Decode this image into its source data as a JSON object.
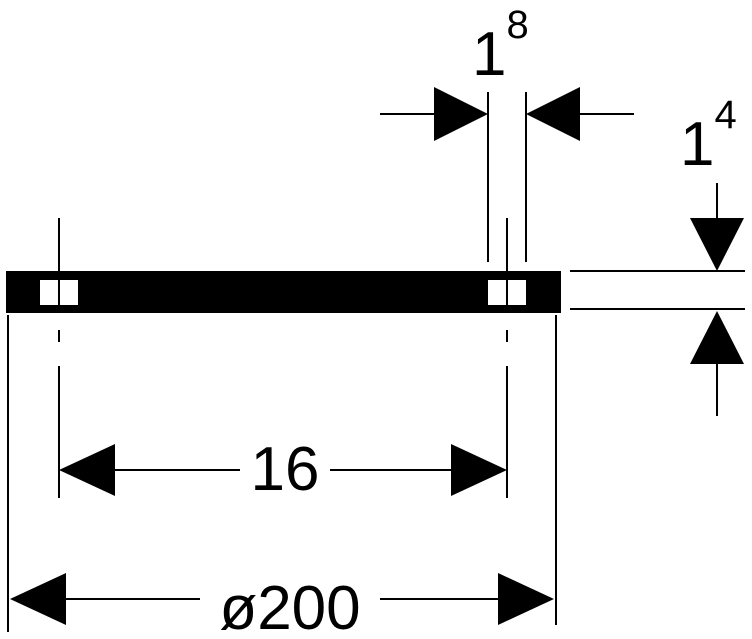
{
  "dimensions": {
    "hole_diameter": {
      "main": "1",
      "sup": "8"
    },
    "thickness": {
      "main": "1",
      "sup": "4"
    },
    "hole_spacing": "16",
    "outer_diameter": "ø200"
  },
  "colors": {
    "ink": "#000000",
    "background": "#ffffff"
  }
}
